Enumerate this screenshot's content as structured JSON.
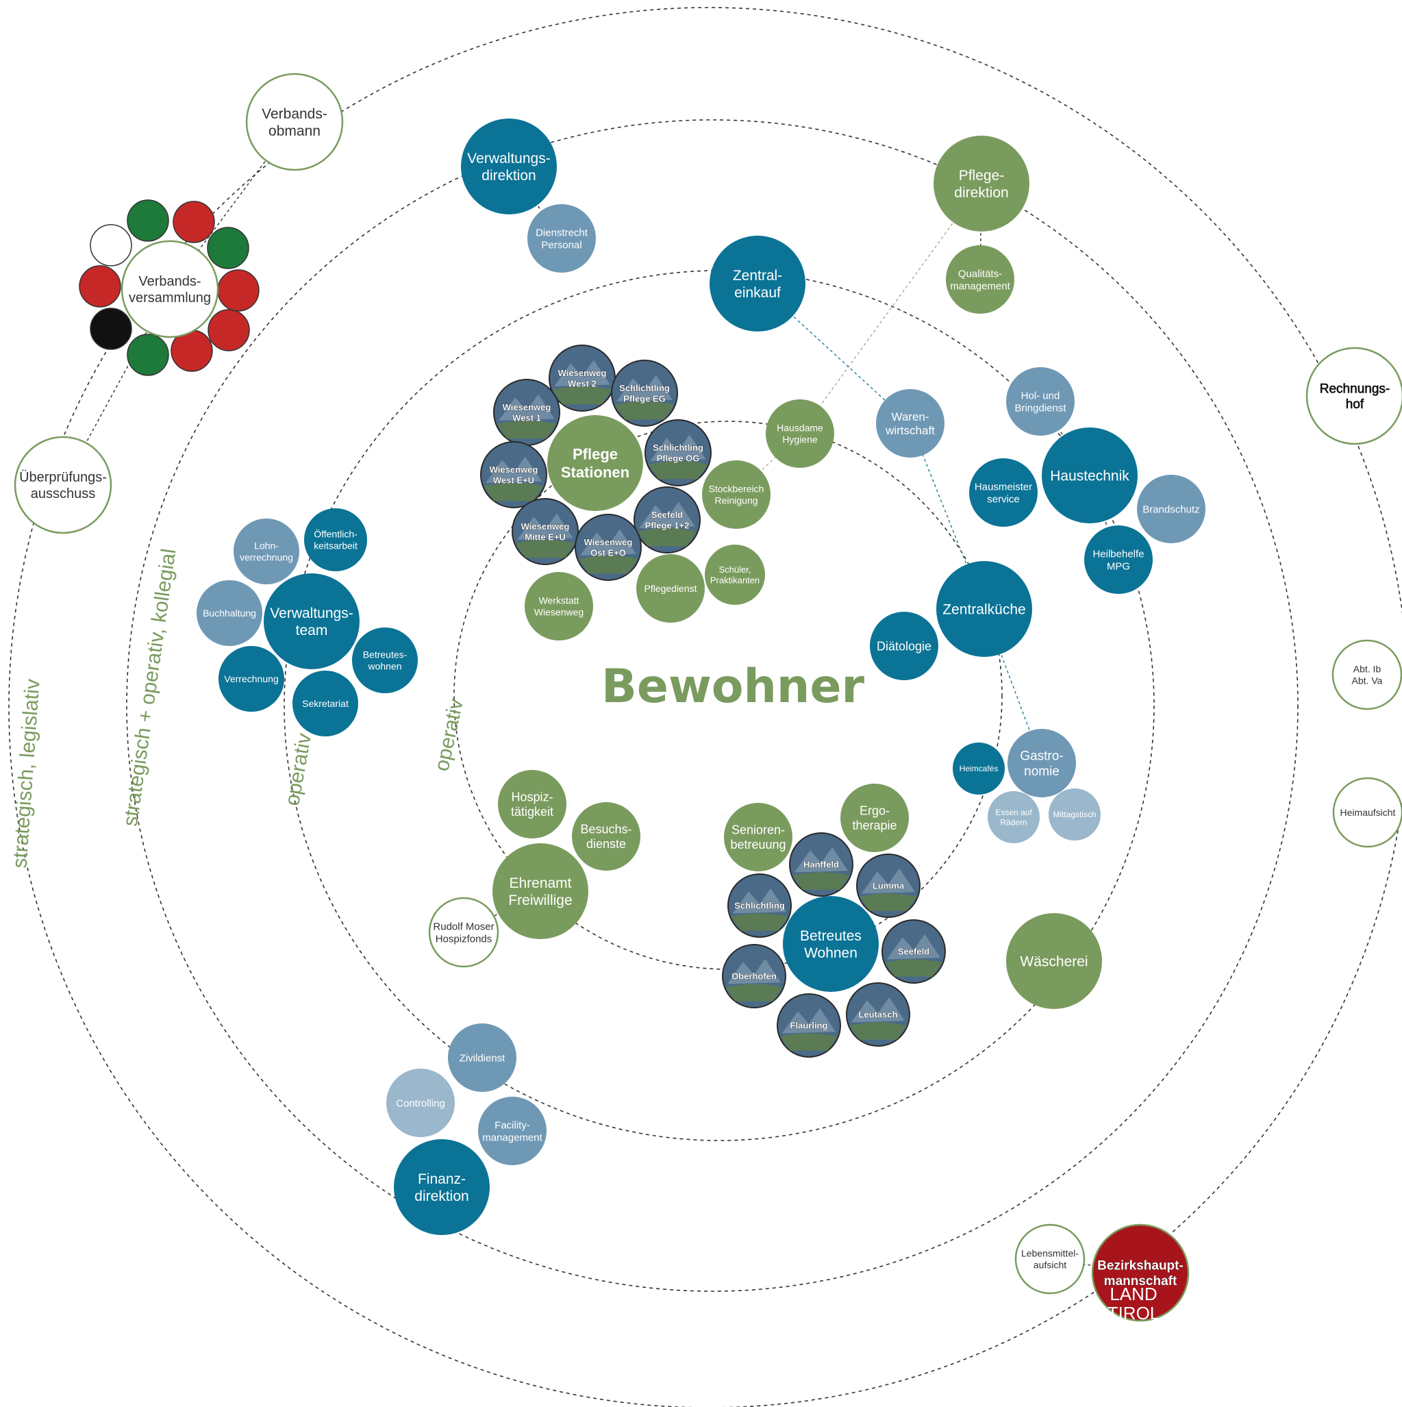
{
  "center_title": "Bewohner",
  "colors": {
    "teal": "#0b7396",
    "green": "#7a9b5e",
    "blue_grey": "#6f98b5",
    "light_blue_grey": "#9ab7cc",
    "outline_green": "#7a9b5e",
    "red": "#a8141b",
    "photo": "#4a6a88"
  },
  "ring_labels": {
    "strategisch_legislativ": "strategisch, legislativ",
    "strategisch_operativ": "strategisch + operativ, kollegial",
    "operativ_outer": "operativ",
    "operativ_inner": "operativ"
  },
  "nodes": {
    "verbandsobmann": "Verbands-|obmann",
    "verbandsversammlung": "Verbands-|versammlung",
    "ueberpruefungsausschuss": "Überprüfungs-|ausschuss",
    "verwaltungsdirektion": "Verwaltungs-|direktion",
    "dienstrecht": "Dienstrecht|Personal",
    "pflegedirektion": "Pflege-|direktion",
    "qualitaetsmanagement": "Qualitäts-|management",
    "zentraleinkauf": "Zentral-|einkauf",
    "hausdame": "Hausdame|Hygiene",
    "warenwirtschaft": "Waren-|wirtschaft",
    "holbringdienst": "Hol- und|Bringdienst",
    "haustechnik": "Haustechnik",
    "hausmeisterservice": "Hausmeister|service",
    "brandschutz": "Brandschutz",
    "heilbehelfe": "Heilbehelfe|MPG",
    "rechnungshof": "Rechnungs-|hof",
    "pflegestationen": "Pflege|Stationen",
    "wiesenweg_west2": "Wiesenweg|West 2",
    "schlichtling_eg": "Schlichtling|Pflege EG",
    "wiesenweg_west1": "Wiesenweg|West 1",
    "schlichtling_og": "Schlichtling|Pflege OG",
    "wiesenweg_westeu": "Wiesenweg|West E+U",
    "seefeld_pflege": "Seefeld|Pflege 1+2",
    "wiesenweg_mitte": "Wiesenweg|Mitte E+U",
    "wiesenweg_ost": "Wiesenweg|Ost E+O",
    "stockbereich": "Stockbereich|Reinigung",
    "schueler": "Schüler,|Praktikanten",
    "pflegedienst": "Pflegedienst",
    "werkstatt": "Werkstatt|Wiesenweg",
    "oeffentlichkeit": "Öffentlich-|keitsarbeit",
    "lohnverrechnung": "Lohn-|verrechnung",
    "buchhaltung": "Buchhaltung",
    "verwaltungsteam": "Verwaltungs-|team",
    "betreuteswohnen_small": "Betreutes-|wohnen",
    "verrechnung": "Verrechnung",
    "sekretariat": "Sekretariat",
    "zentralkueche": "Zentralküche",
    "diaetologie": "Diätologie",
    "gastronomie": "Gastro-|nomie",
    "heimcafes": "Heimcafés",
    "essenaufraedern": "Essen auf|Rädern",
    "mittagstisch": "Mittagstisch",
    "abt": "Abt. Ib|Abt. Va",
    "heimaufsicht": "Heimaufsicht",
    "hospiz": "Hospiz-|tätigkeit",
    "besuchsdienste": "Besuchs-|dienste",
    "ehrenamt": "Ehrenamt|Freiwillige",
    "rudolfmoser": "Rudolf Moser|Hospizfonds",
    "senioren": "Senioren-|betreuung",
    "ergotherapie": "Ergo-|therapie",
    "hanffeld": "Hanffeld",
    "lumma": "Lumma",
    "schlichtling": "Schlichtling",
    "betreuteswohnen": "Betreutes|Wohnen",
    "seefeld": "Seefeld",
    "oberhofen": "Oberhofen",
    "leutasch": "Leutasch",
    "flaurling": "Flaurling",
    "waescherei": "Wäscherei",
    "zivildienst": "Zivildienst",
    "controlling": "Controlling",
    "facility": "Facility-|management",
    "finanzdirektion": "Finanz-|direktion",
    "lebensmittelaufsicht": "Lebensmittel-|aufsicht",
    "bezirkshauptmannschaft": "Bezirkshaupt-|mannschaft",
    "land_tirol": "LAND|TIROL"
  }
}
